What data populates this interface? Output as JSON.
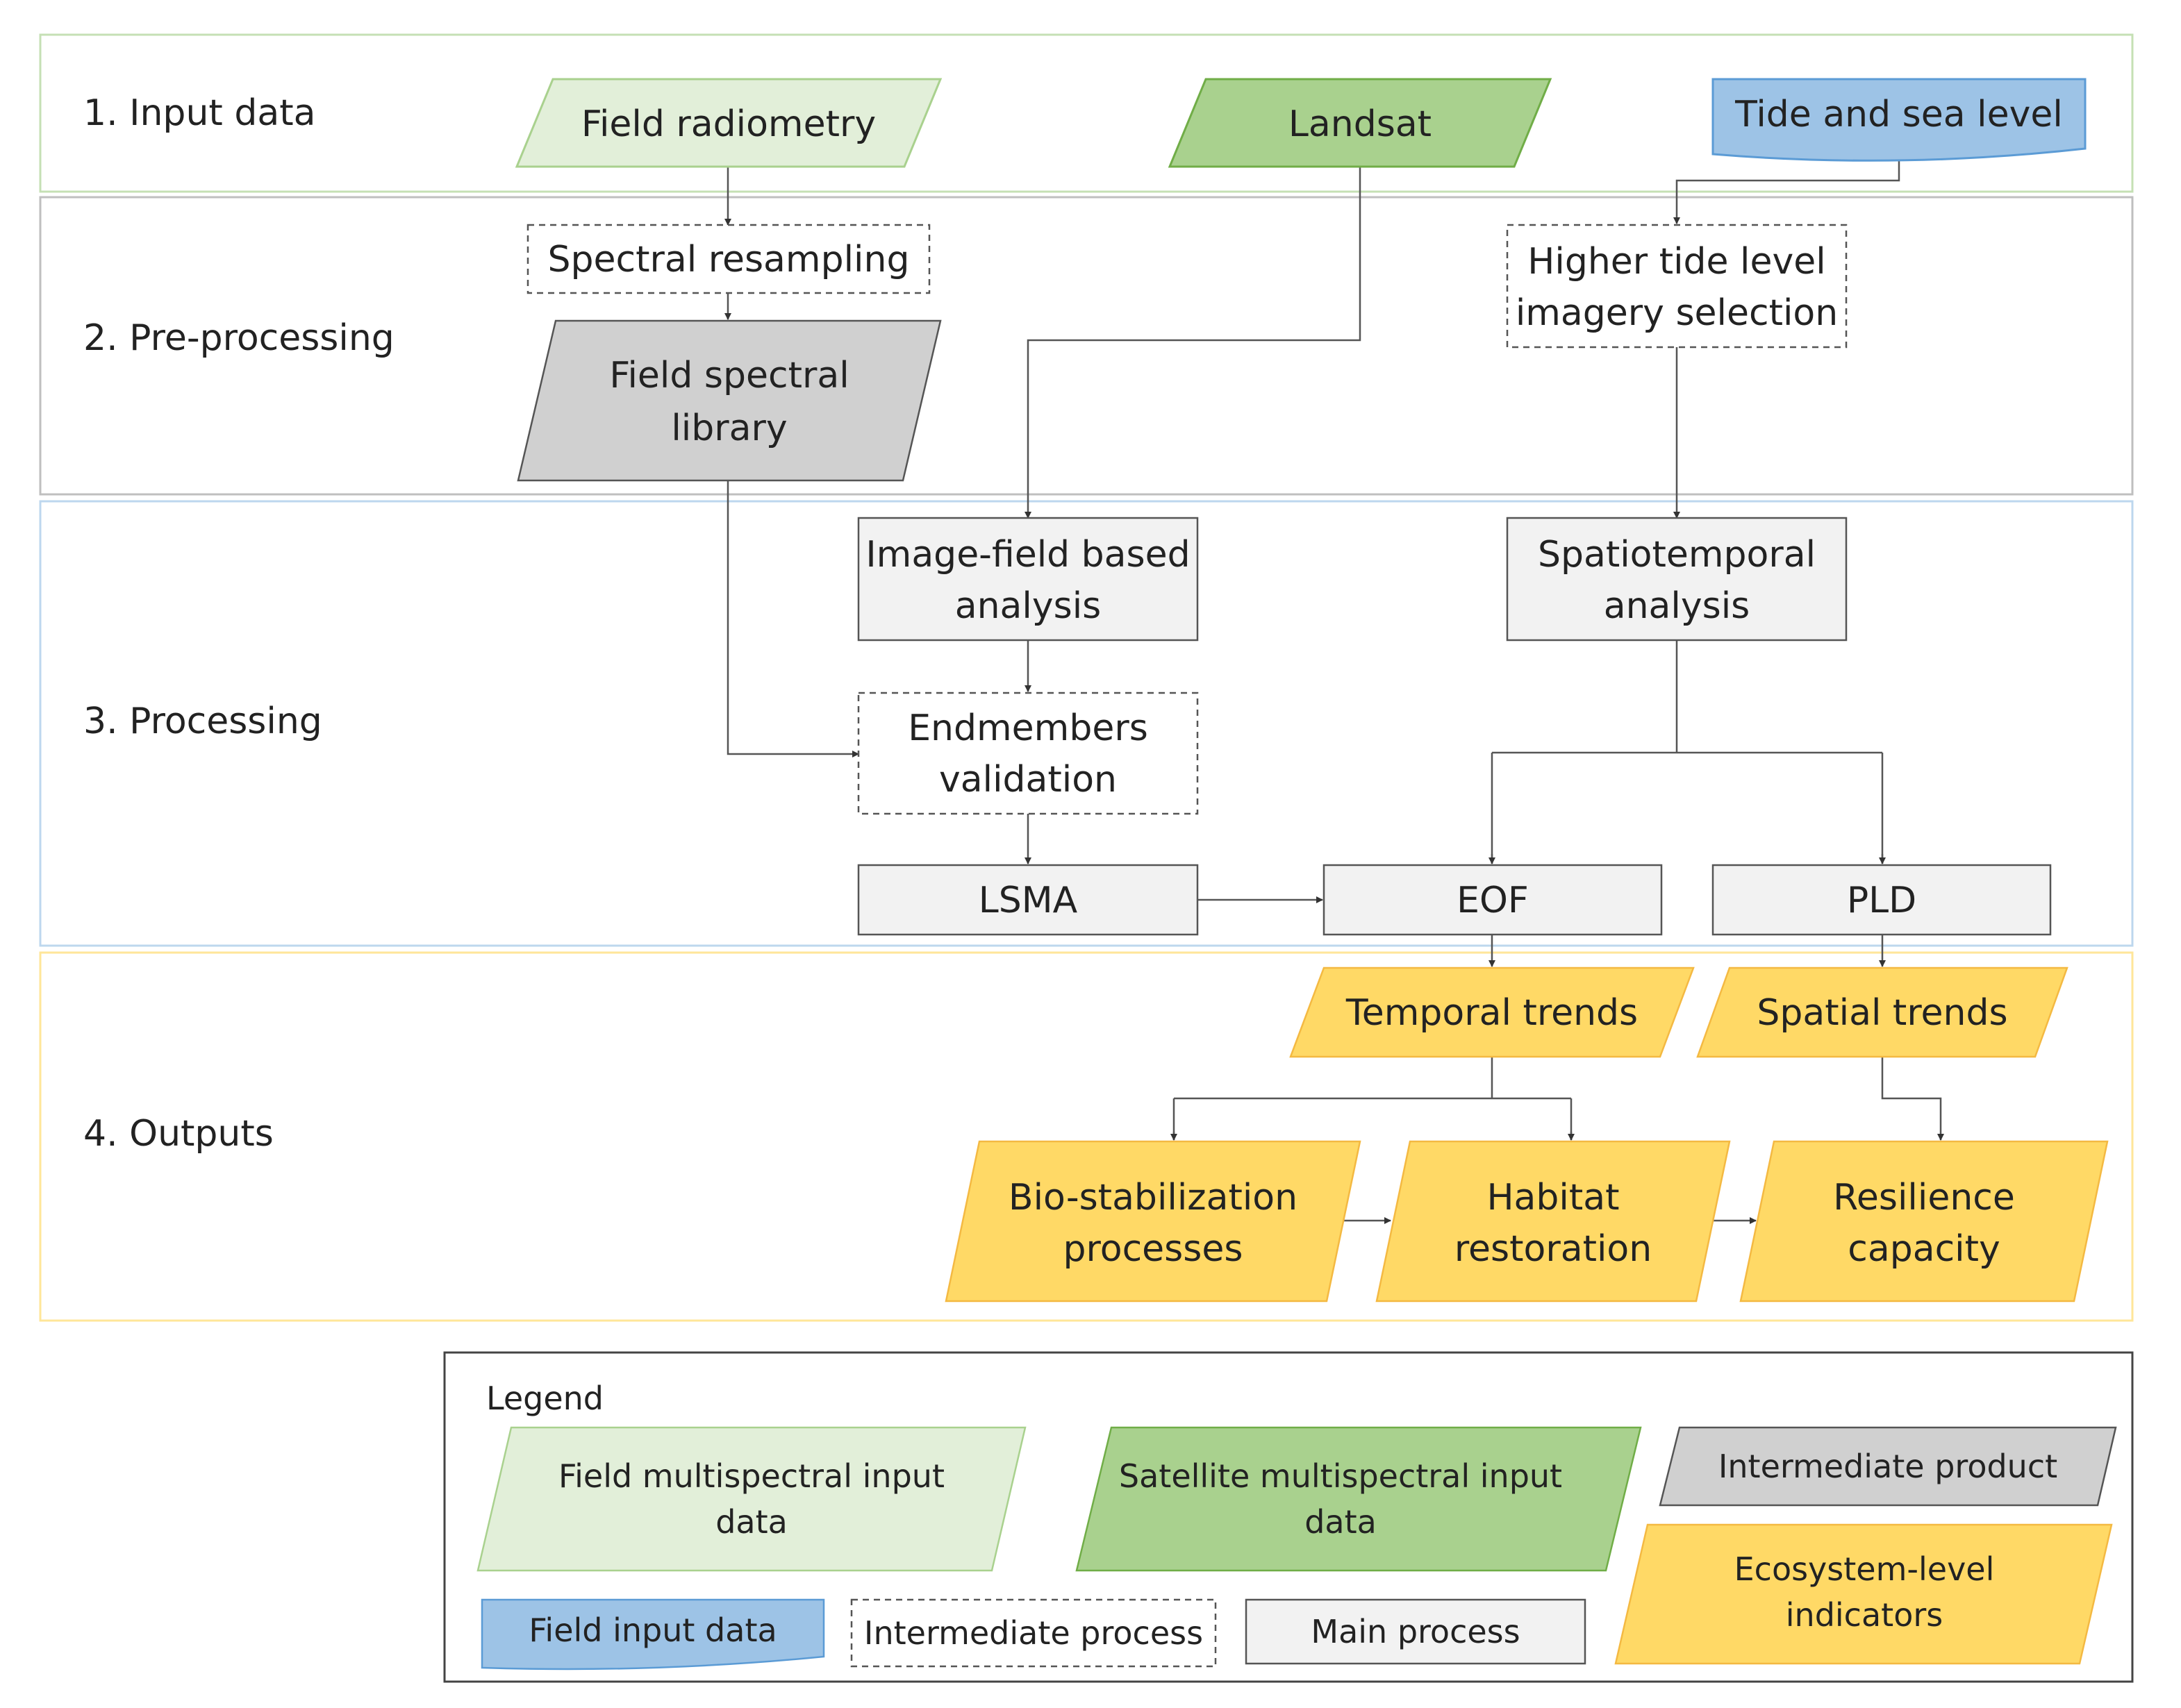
{
  "stages": {
    "input": "1. Input data",
    "preprocessing": "2. Pre-processing",
    "processing": "3. Processing",
    "outputs": "4. Outputs"
  },
  "nodes": {
    "field_radiometry": "Field radiometry",
    "landsat": "Landsat",
    "tide_sea_level": "Tide and sea level",
    "spectral_resampling": "Spectral resampling",
    "field_spectral_library": [
      "Field spectral",
      "library"
    ],
    "higher_tide_selection": [
      "Higher tide level",
      "imagery selection"
    ],
    "image_field_analysis": [
      "Image-field based",
      "analysis"
    ],
    "spatiotemporal_analysis": [
      "Spatiotemporal",
      "analysis"
    ],
    "endmembers_validation": [
      "Endmembers",
      "validation"
    ],
    "lsma": "LSMA",
    "eof": "EOF",
    "pld": "PLD",
    "temporal_trends": "Temporal trends",
    "spatial_trends": "Spatial trends",
    "bio_stabilization": [
      "Bio-stabilization",
      "processes"
    ],
    "habitat_restoration": [
      "Habitat",
      "restoration"
    ],
    "resilience_capacity": [
      "Resilience",
      "capacity"
    ]
  },
  "legend": {
    "title": "Legend",
    "field_multispectral": [
      "Field multispectral input",
      "data"
    ],
    "satellite_multispectral": [
      "Satellite multispectral input",
      "data"
    ],
    "intermediate_product": "Intermediate product",
    "ecosystem_indicators": [
      "Ecosystem-level",
      "indicators"
    ],
    "field_input": "Field input data",
    "intermediate_process": "Intermediate process",
    "main_process": "Main process"
  },
  "colors": {
    "light_green": "#e2efd9",
    "green": "#a9d18e",
    "blue": "#9dc3e6",
    "gray": "#d0d0d0",
    "light_gray": "#f2f2f2",
    "yellow": "#ffd966"
  }
}
